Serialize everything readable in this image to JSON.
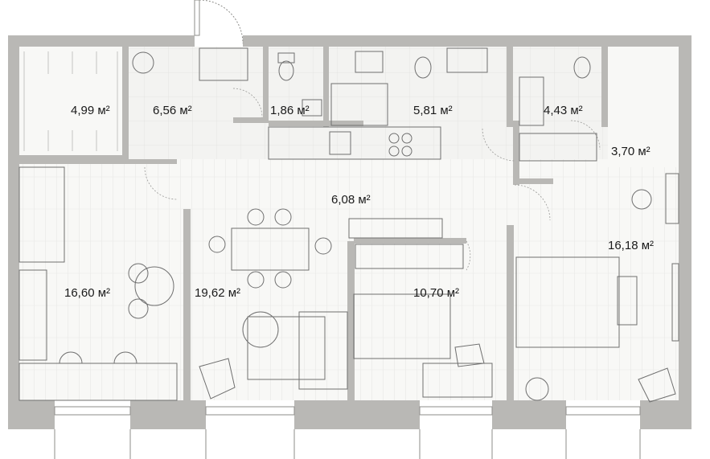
{
  "plan": {
    "colors": {
      "wall": "#b9b8b5",
      "wall_edge": "#8e8d8a",
      "floor_wood": "#f7f7f5",
      "floor_tile": "#f2f2f0",
      "text": "#1a1a1a",
      "furniture": "#6f6f6f"
    },
    "rooms": [
      {
        "id": "wardrobe-left",
        "area": "4,99 м²"
      },
      {
        "id": "hall",
        "area": "6,56 м²"
      },
      {
        "id": "wc-small",
        "area": "1,86 м²"
      },
      {
        "id": "bathroom-main",
        "area": "5,81 м²"
      },
      {
        "id": "bathroom-master",
        "area": "4,43 м²"
      },
      {
        "id": "wardrobe-right",
        "area": "3,70 м²"
      },
      {
        "id": "corridor",
        "area": "6,08 м²"
      },
      {
        "id": "bedroom-left",
        "area": "16,60 м²"
      },
      {
        "id": "living-kitchen",
        "area": "19,62 м²"
      },
      {
        "id": "bedroom-middle",
        "area": "10,70 м²"
      },
      {
        "id": "bedroom-master",
        "area": "16,18 м²"
      }
    ]
  }
}
